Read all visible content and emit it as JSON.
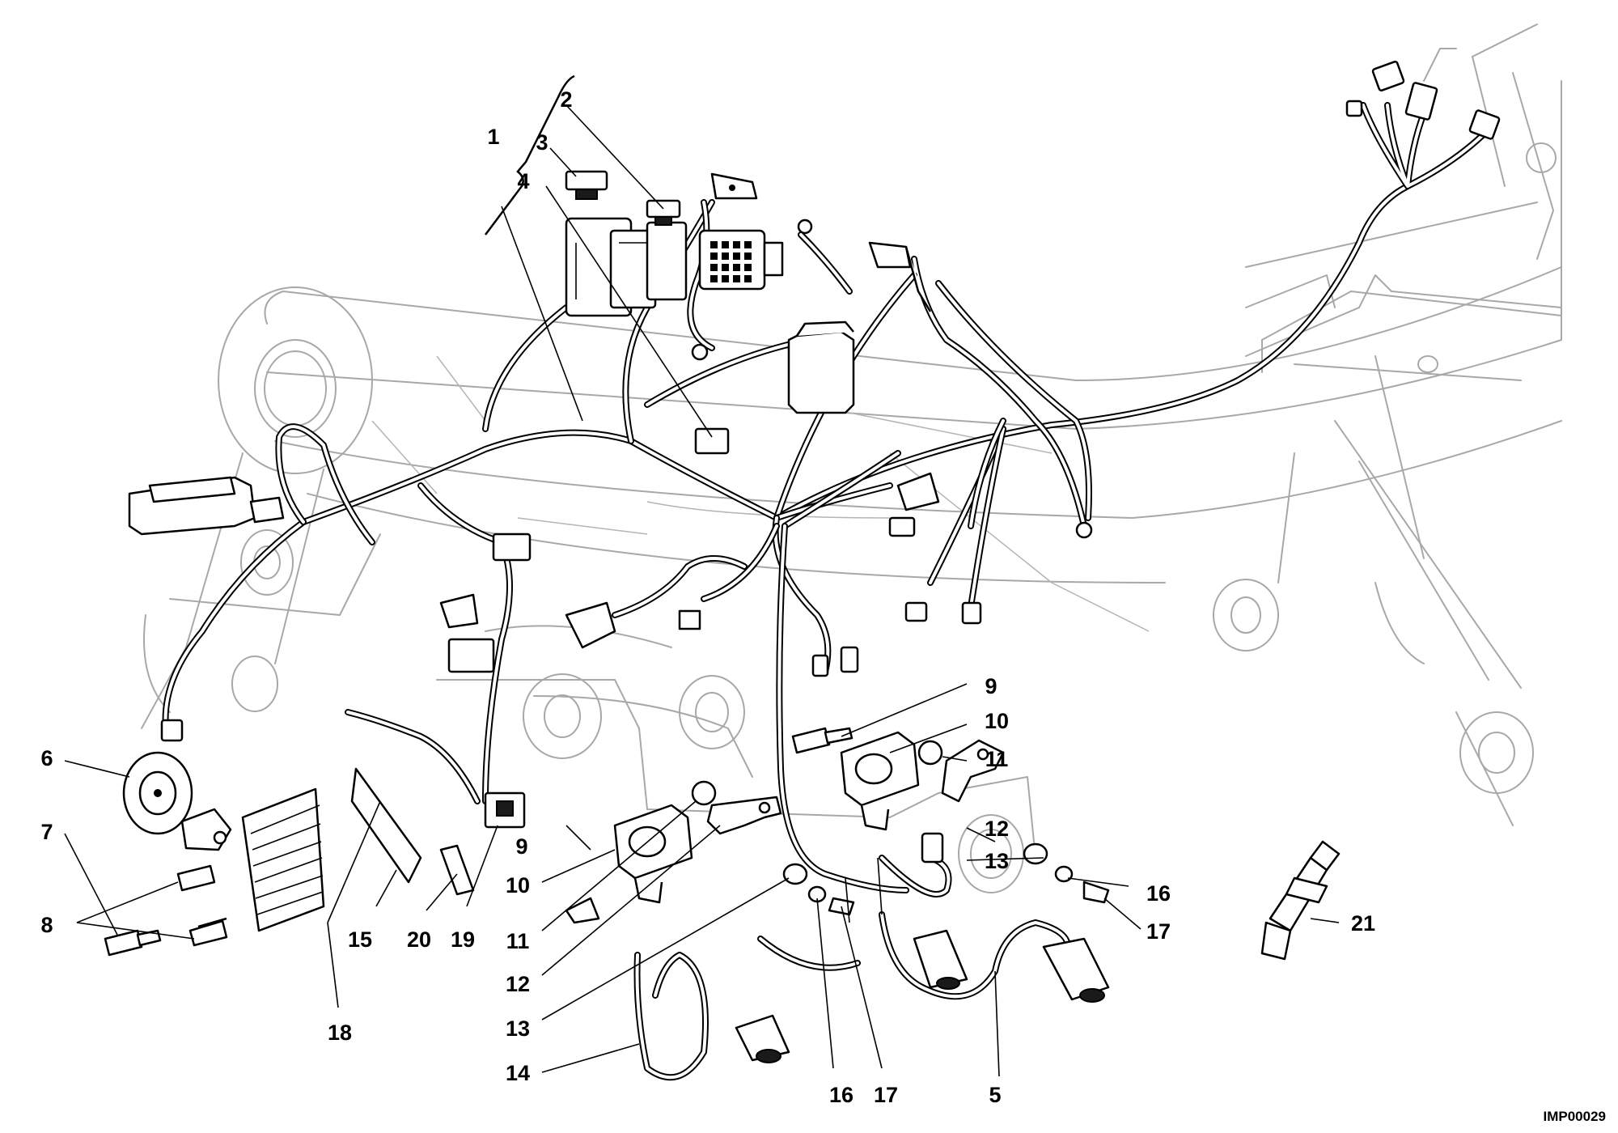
{
  "diagram": {
    "callouts": [
      "1",
      "2",
      "3",
      "4",
      "5",
      "6",
      "7",
      "8",
      "9",
      "10",
      "11",
      "12",
      "13",
      "14",
      "15",
      "16",
      "17",
      "18",
      "19",
      "20",
      "21"
    ],
    "drawing_code": "IMP00029"
  }
}
